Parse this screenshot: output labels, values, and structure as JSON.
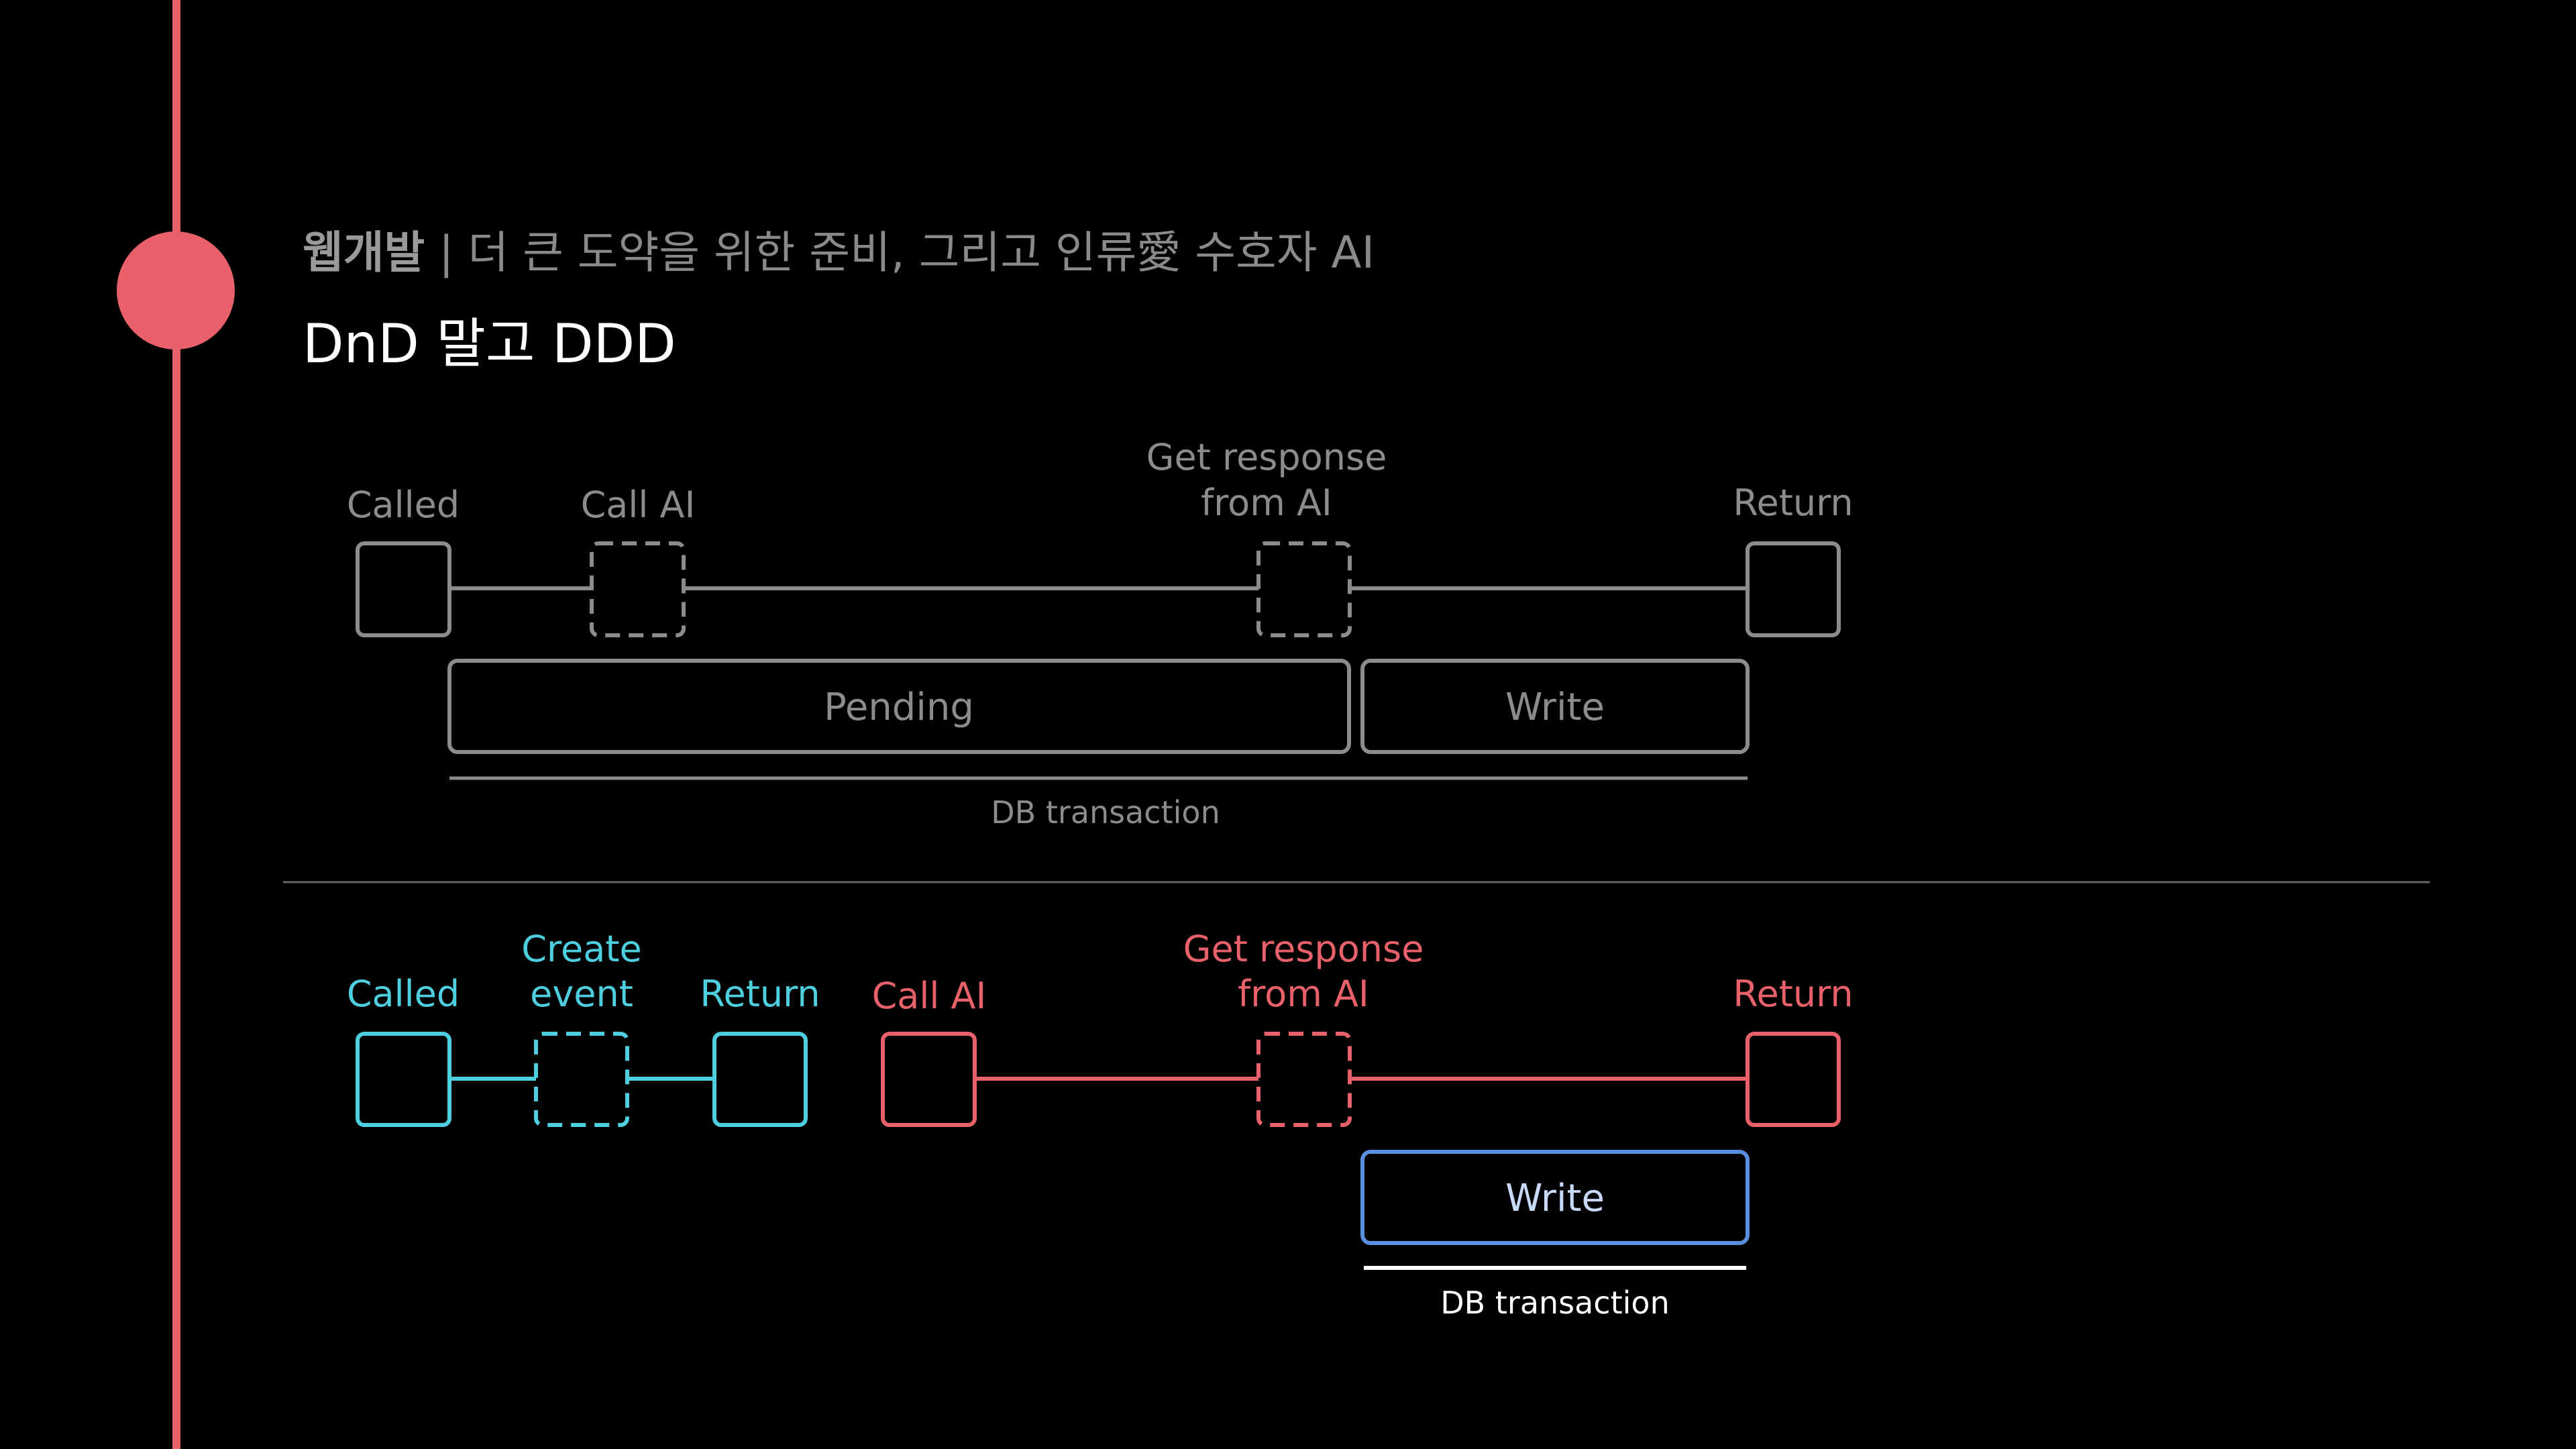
{
  "header": {
    "section": "웹개발",
    "separator": " | ",
    "subtitle": "더 큰 도약을 위한 준비, 그리고 인류愛 수호자 AI",
    "title": "DnD 말고 DDD"
  },
  "colors": {
    "background": "#000000",
    "accent": "#e8616a",
    "gray": "#8c8c8c",
    "cyan": "#4ecfe0",
    "red": "#e8616a",
    "blue": "#5a8fe0",
    "white": "#ffffff"
  },
  "flow_before": {
    "called": "Called",
    "call_ai": "Call AI",
    "get_response_line1": "Get response",
    "get_response_line2": "from AI",
    "return": "Return",
    "pending": "Pending",
    "write": "Write",
    "db_transaction": "DB transaction"
  },
  "flow_after": {
    "called": "Called",
    "create_event_line1": "Create",
    "create_event_line2": "event",
    "return_sync": "Return",
    "call_ai": "Call AI",
    "get_response_line1": "Get response",
    "get_response_line2": "from AI",
    "return_async": "Return",
    "write": "Write",
    "db_transaction": "DB transaction"
  }
}
